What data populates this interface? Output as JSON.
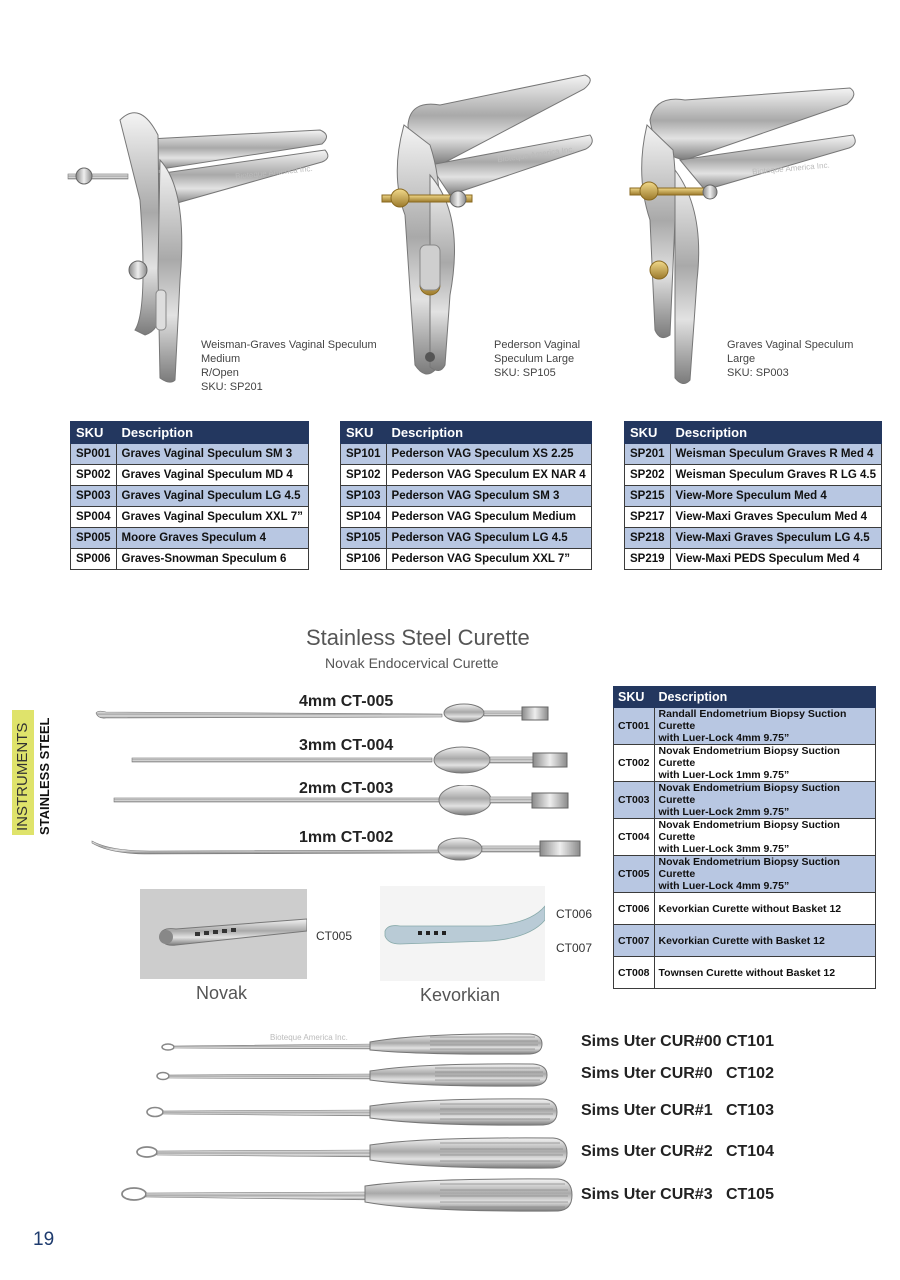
{
  "specula": [
    {
      "lines": [
        "Weisman-Graves  Vaginal Speculum",
        "Medium",
        "R/Open",
        "SKU:  SP201"
      ]
    },
    {
      "lines": [
        "Pederson Vaginal",
        "Speculum Large",
        "SKU: SP105"
      ]
    },
    {
      "lines": [
        "Graves Vaginal Speculum",
        "Large",
        "SKU: SP003"
      ]
    }
  ],
  "watermark": "Bioteque America Inc.",
  "sku_tables": [
    {
      "headers": [
        "SKU",
        "Description"
      ],
      "rows": [
        {
          "sku": "SP001",
          "desc": "Graves Vaginal Speculum SM 3"
        },
        {
          "sku": "SP002",
          "desc": "Graves Vaginal Speculum MD 4"
        },
        {
          "sku": "SP003",
          "desc": "Graves Vaginal Speculum LG 4.5"
        },
        {
          "sku": "SP004",
          "desc": "Graves Vaginal Speculum XXL 7”"
        },
        {
          "sku": "SP005",
          "desc": "Moore Graves Speculum 4"
        },
        {
          "sku": "SP006",
          "desc": "Graves-Snowman Speculum 6"
        }
      ]
    },
    {
      "headers": [
        "SKU",
        "Description"
      ],
      "rows": [
        {
          "sku": "SP101",
          "desc": "Pederson VAG Speculum XS 2.25"
        },
        {
          "sku": "SP102",
          "desc": "Pederson VAG Speculum EX NAR 4"
        },
        {
          "sku": "SP103",
          "desc": "Pederson VAG Speculum SM 3"
        },
        {
          "sku": "SP104",
          "desc": "Pederson VAG Speculum Medium"
        },
        {
          "sku": "SP105",
          "desc": "Pederson VAG Speculum LG 4.5"
        },
        {
          "sku": "SP106",
          "desc": "Pederson VAG Speculum XXL 7”"
        }
      ]
    },
    {
      "headers": [
        "SKU",
        "Description"
      ],
      "rows": [
        {
          "sku": "SP201",
          "desc": "Weisman Speculum Graves R Med 4"
        },
        {
          "sku": "SP202",
          "desc": "Weisman Speculum Graves R LG 4.5"
        },
        {
          "sku": "SP215",
          "desc": "View-More Speculum Med 4"
        },
        {
          "sku": "SP217",
          "desc": "View-Maxi Graves Speculum Med 4"
        },
        {
          "sku": "SP218",
          "desc": "View-Maxi Graves Speculum LG 4.5"
        },
        {
          "sku": "SP219",
          "desc": "View-Maxi PEDS Speculum Med 4"
        }
      ]
    }
  ],
  "section": {
    "title": "Stainless Steel Curette",
    "subtitle": "Novak Endocervical Curette"
  },
  "side_tab": {
    "category": "INSTRUMENTS",
    "subcategory": "STAINLESS STEEL"
  },
  "curettes": [
    {
      "label": "4mm CT-005"
    },
    {
      "label": "3mm CT-004"
    },
    {
      "label": "2mm CT-003"
    },
    {
      "label": "1mm CT-002"
    }
  ],
  "ct_table": {
    "headers": [
      "SKU",
      "Description"
    ],
    "rows": [
      {
        "sku": "CT001",
        "line1": "Randall Endometrium Biopsy Suction Curette",
        "line2": "with Luer-Lock 4mm 9.75”"
      },
      {
        "sku": "CT002",
        "line1": "Novak Endometrium Biopsy Suction Curette",
        "line2": "with Luer-Lock 1mm 9.75”"
      },
      {
        "sku": "CT003",
        "line1": "Novak Endometrium Biopsy Suction Curette",
        "line2": "with Luer-Lock 2mm 9.75”"
      },
      {
        "sku": "CT004",
        "line1": "Novak Endometrium Biopsy Suction Curette",
        "line2": "with Luer-Lock 3mm 9.75”"
      },
      {
        "sku": "CT005",
        "line1": "Novak Endometrium Biopsy Suction Curette",
        "line2": "with Luer-Lock 4mm 9.75”"
      },
      {
        "sku": "CT006",
        "line1": "Kevorkian Curette without Basket 12",
        "line2": ""
      },
      {
        "sku": "CT007",
        "line1": "Kevorkian Curette with Basket 12",
        "line2": ""
      },
      {
        "sku": "CT008",
        "line1": "Townsen Curette without Basket 12",
        "line2": ""
      }
    ]
  },
  "thumbnails": {
    "novak": {
      "code": "CT005",
      "caption": "Novak"
    },
    "kevorkian": {
      "code_a": "CT006",
      "code_b": "CT007",
      "caption": "Kevorkian"
    }
  },
  "sims": [
    {
      "label": "Sims Uter CUR#00 CT101"
    },
    {
      "label": "Sims Uter CUR#0   CT102"
    },
    {
      "label": "Sims Uter CUR#1   CT103"
    },
    {
      "label": "Sims Uter CUR#2   CT104"
    },
    {
      "label": "Sims Uter CUR#3   CT105"
    }
  ],
  "page_number": "19",
  "colors": {
    "header_navy": "#23375f",
    "row_blue": "#b8c7e2",
    "tab_yellow": "#dfe36b",
    "page_number_blue": "#1e3b6e"
  }
}
